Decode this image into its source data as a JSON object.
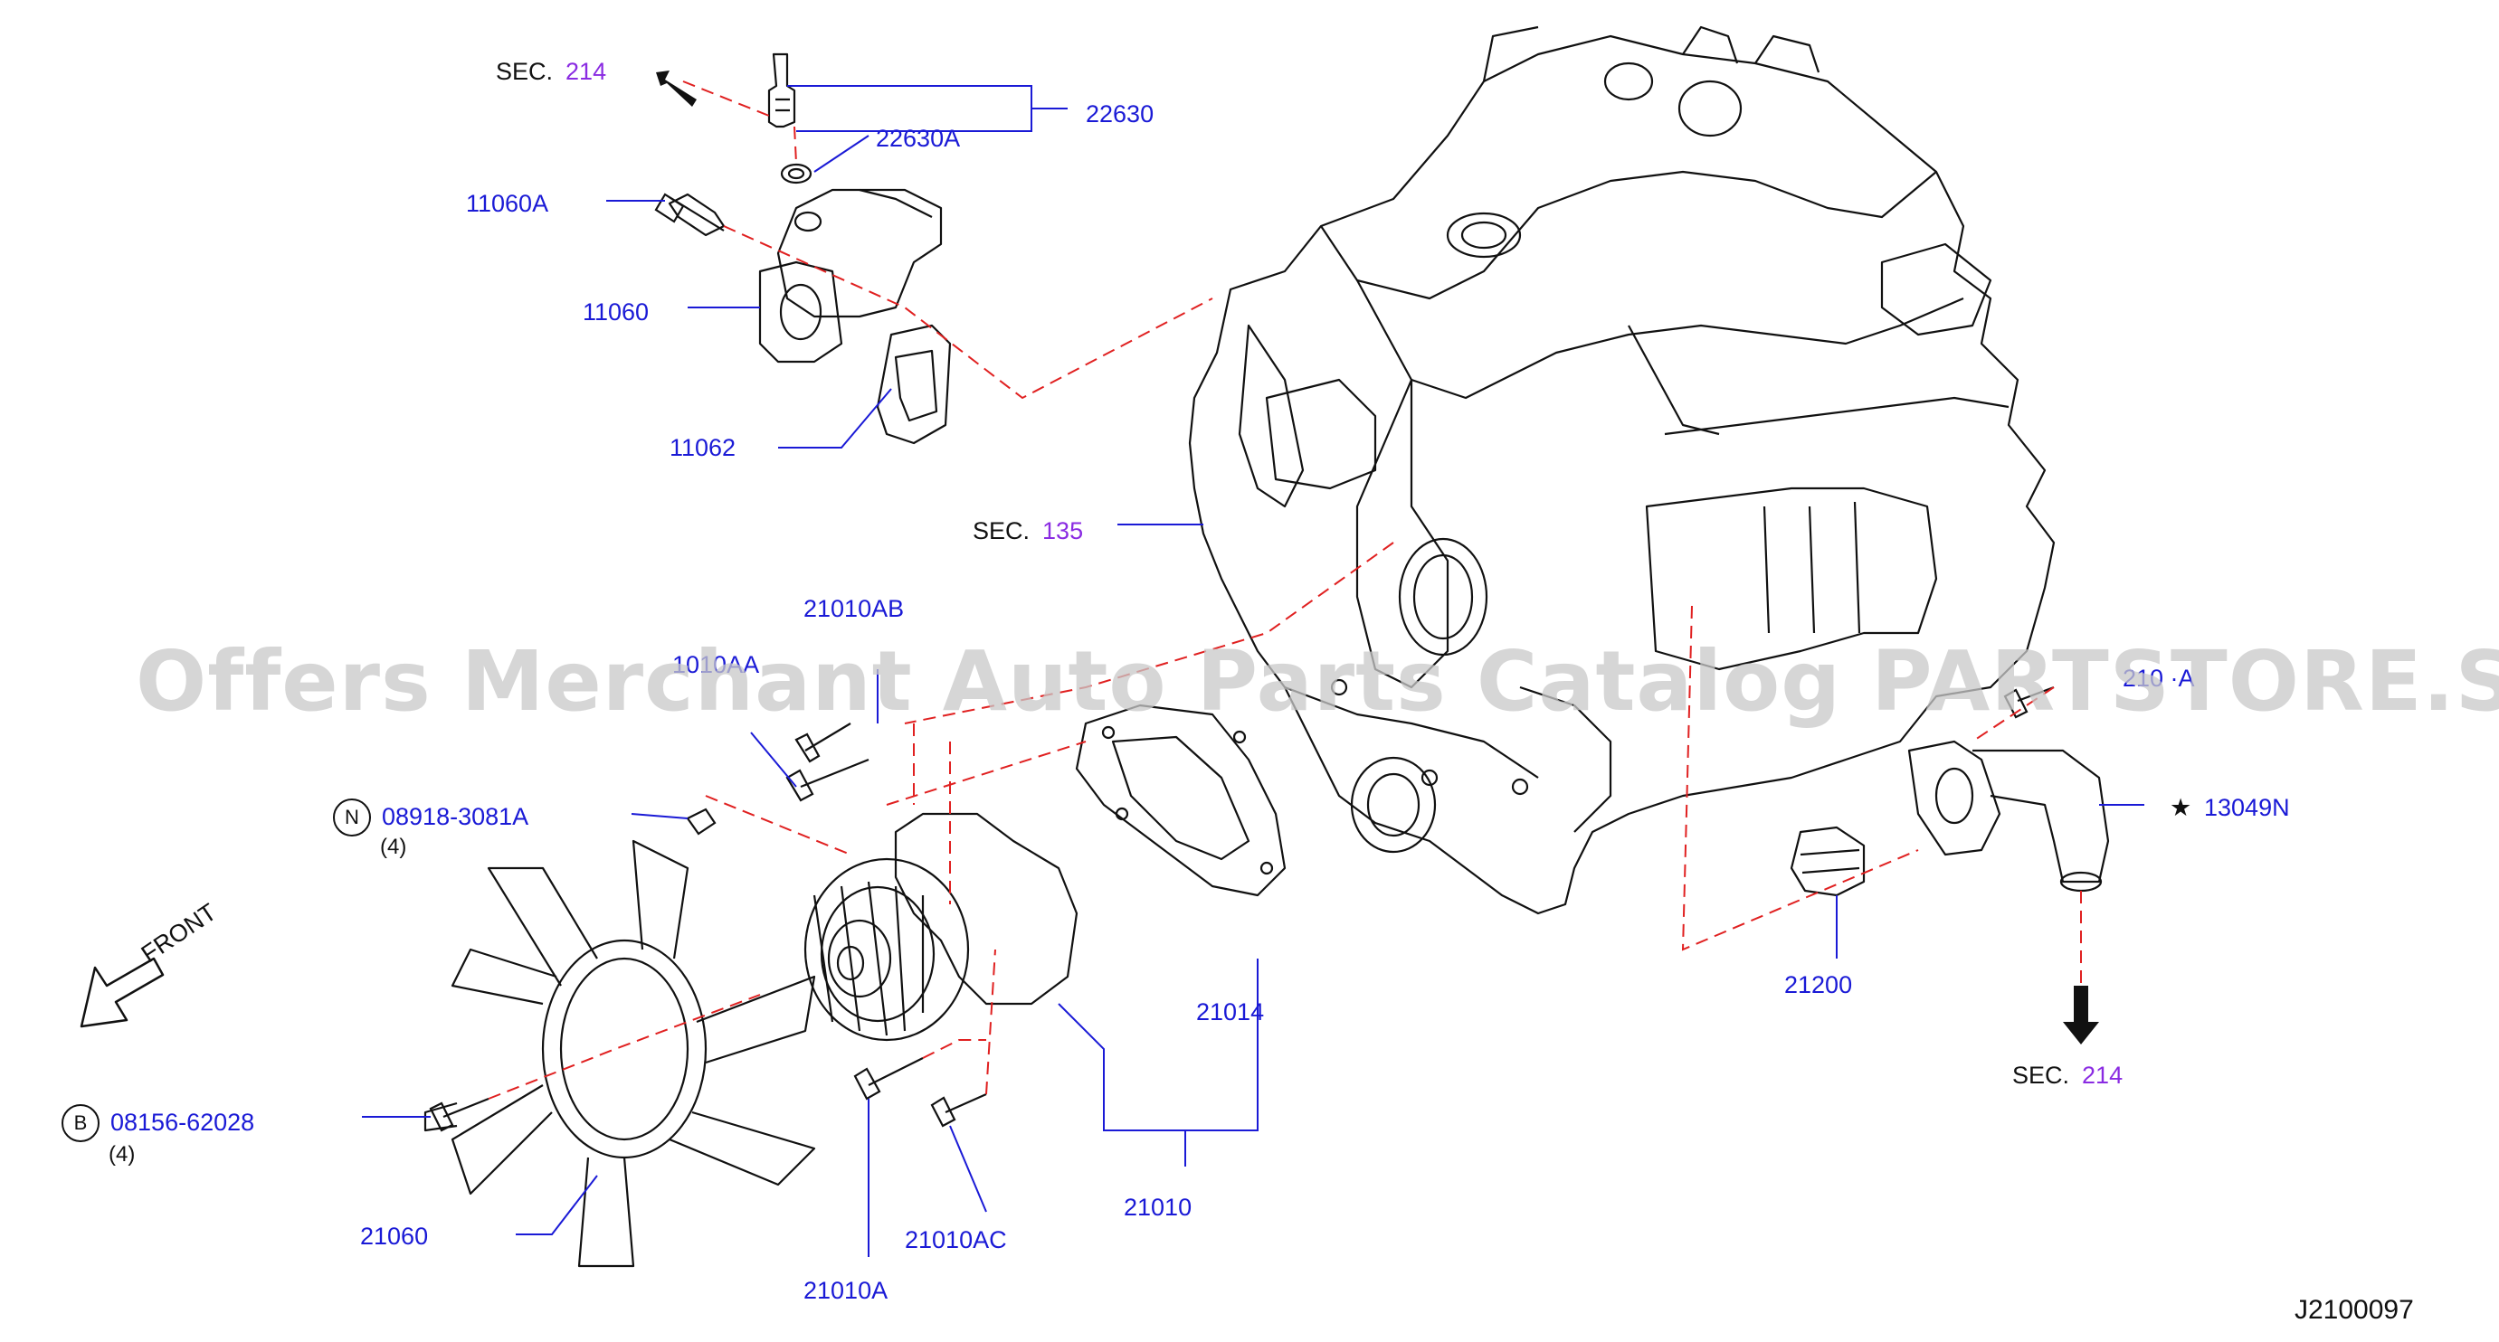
{
  "callouts": [
    {
      "id": "22630",
      "text": "22630"
    },
    {
      "id": "22630A",
      "text": "22630A"
    },
    {
      "id": "11060A",
      "text": "11060A"
    },
    {
      "id": "11060",
      "text": "11060"
    },
    {
      "id": "11062",
      "text": "11062"
    },
    {
      "id": "21010AB",
      "text": "21010AB"
    },
    {
      "id": "21010AA",
      "text": "1010AA"
    },
    {
      "id": "08918",
      "text": "08918-3081A"
    },
    {
      "id": "21014",
      "text": "21014"
    },
    {
      "id": "21010",
      "text": "21010"
    },
    {
      "id": "21010A",
      "text": "21010A"
    },
    {
      "id": "21010AC",
      "text": "21010AC"
    },
    {
      "id": "21060",
      "text": "21060"
    },
    {
      "id": "08156",
      "text": "08156-62028"
    },
    {
      "id": "21200",
      "text": "21200"
    },
    {
      "id": "13049N",
      "text": "13049N"
    },
    {
      "id": "2101xA",
      "text": "210 ·A"
    }
  ],
  "sections": {
    "prefix": "SEC.",
    "top": "214",
    "engine": "135",
    "bottom_right": "214"
  },
  "quantities": {
    "nut": "(4)",
    "bolt": "(4)"
  },
  "markers": {
    "nut": "N",
    "bolt": "B",
    "star": "★"
  },
  "front_label": "FRONT",
  "diagram_id": "J2100097",
  "watermark": "Offers Merchant Auto Parts Catalog PARTSTORE.SA",
  "colors": {
    "part_number": "#1a1ad6",
    "section_number": "#8a2be2",
    "dash": "#e02020",
    "line": "#111111"
  }
}
